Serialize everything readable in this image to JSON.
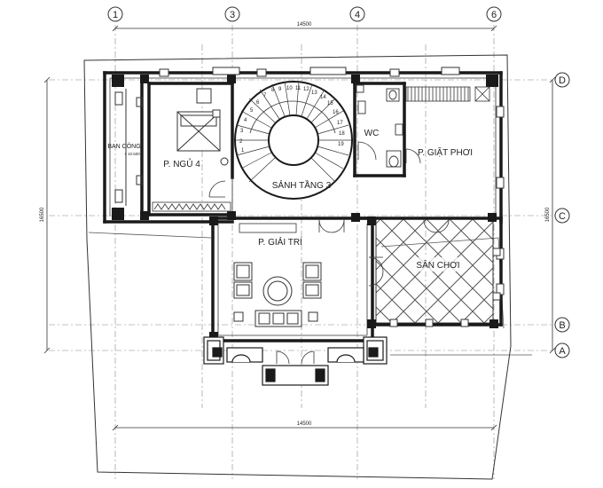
{
  "grid": {
    "top": [
      "1",
      "3",
      "4",
      "6"
    ],
    "right": [
      "D",
      "C",
      "B",
      "A"
    ]
  },
  "dimensions": {
    "top": "14500",
    "bottom": "14500",
    "left": "16500",
    "right": "16500"
  },
  "rooms": {
    "balcony": "BAN CÔNG",
    "balcony_level": "+ 10.500",
    "bedroom": "P. NGỦ 4",
    "hall": "SẢNH TẦNG 3",
    "wc": "WC",
    "laundry": "P. GIẶT PHƠI",
    "entertainment": "P. GIẢI TRÍ",
    "play_yard": "SÂN CHƠI"
  },
  "stair_steps": [
    "1",
    "2",
    "3",
    "4",
    "5",
    "6",
    "7",
    "8",
    "9",
    "10",
    "11",
    "12",
    "13",
    "14",
    "15",
    "16",
    "17",
    "18",
    "19"
  ],
  "colors": {
    "wall": "#1a1a1a",
    "line": "#333333",
    "hatch": "#555555",
    "grid_line": "#777777"
  }
}
